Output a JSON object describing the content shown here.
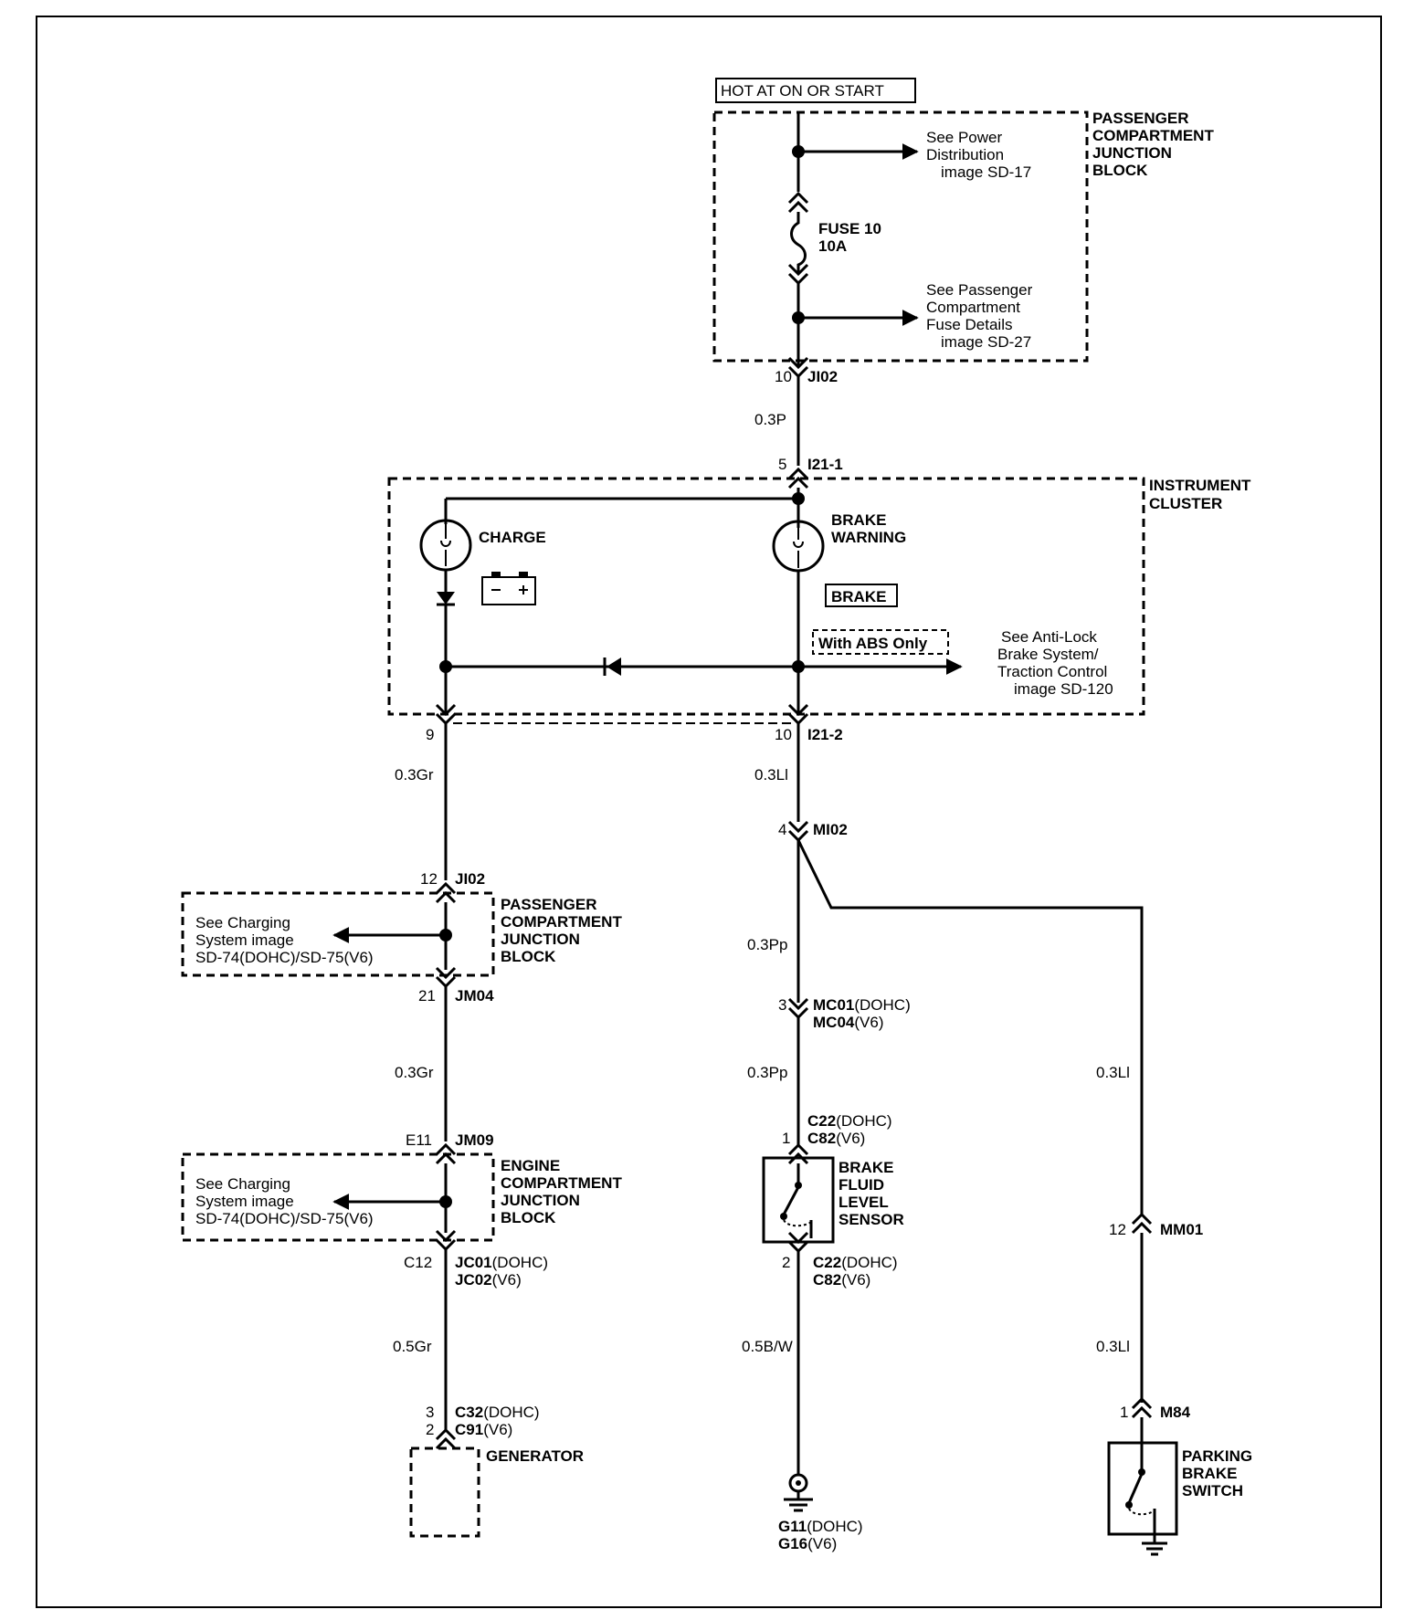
{
  "supply": {
    "label": "HOT AT ON OR START"
  },
  "pcjb_top": {
    "title": [
      "PASSENGER",
      "COMPARTMENT",
      "JUNCTION",
      "BLOCK"
    ],
    "ref_power": [
      "See Power",
      "Distribution",
      "image SD-17"
    ],
    "fuse": [
      "FUSE 10",
      "10A"
    ],
    "ref_fuse": [
      "See Passenger",
      "Compartment",
      "Fuse Details",
      "image SD-27"
    ]
  },
  "conn_ji02_top": {
    "pin": "10",
    "name": "JI02"
  },
  "wire_main_1": "0.3P",
  "conn_i21_1": {
    "pin": "5",
    "name": "I21-1"
  },
  "cluster": {
    "title": [
      "INSTRUMENT",
      "CLUSTER"
    ],
    "charge": "CHARGE",
    "brake_warning": [
      "BRAKE",
      "WARNING"
    ],
    "brake_badge": "BRAKE",
    "abs_only": "With ABS Only",
    "ref_abs": [
      "See Anti-Lock",
      "Brake System/",
      "Traction Control",
      "image SD-120"
    ]
  },
  "conn_i21_2": {
    "pin_left": "9",
    "pin_right": "10",
    "name": "I21-2"
  },
  "left_branch": {
    "wire_1": "0.3Gr",
    "ji02": {
      "pin": "12",
      "name": "JI02"
    },
    "pcjb": {
      "title": [
        "PASSENGER",
        "COMPARTMENT",
        "JUNCTION",
        "BLOCK"
      ],
      "ref": [
        "See Charging",
        "System image",
        "SD-74(DOHC)/SD-75(V6)"
      ]
    },
    "jm04": {
      "pin": "21",
      "name": "JM04"
    },
    "wire_2": "0.3Gr",
    "jm09": {
      "pin": "E11",
      "name": "JM09"
    },
    "ecjb": {
      "title": [
        "ENGINE",
        "COMPARTMENT",
        "JUNCTION",
        "BLOCK"
      ],
      "ref": [
        "See Charging",
        "System image",
        "SD-74(DOHC)/SD-75(V6)"
      ]
    },
    "jc": {
      "pin": "C12",
      "name1": "JC01",
      "suffix1": "(DOHC)",
      "name2": "JC02",
      "suffix2": "(V6)"
    },
    "wire_3": "0.5Gr",
    "c32": {
      "pin1": "3",
      "pin2": "2",
      "name1": "C32",
      "suffix1": "(DOHC)",
      "name2": "C91",
      "suffix2": "(V6)"
    },
    "generator": "GENERATOR"
  },
  "mid_branch": {
    "wire_1": "0.3Ll",
    "mi02": {
      "pin": "4",
      "name": "MI02"
    },
    "wire_2": "0.3Pp",
    "mc": {
      "pin": "3",
      "name1": "MC01",
      "suffix1": "(DOHC)",
      "name2": "MC04",
      "suffix2": "(V6)"
    },
    "wire_3": "0.3Pp",
    "c22_top": {
      "pin": "1",
      "name1": "C22",
      "suffix1": "(DOHC)",
      "name2": "C82",
      "suffix2": "(V6)"
    },
    "sensor": [
      "BRAKE",
      "FLUID",
      "LEVEL",
      "SENSOR"
    ],
    "c22_bot": {
      "pin": "2",
      "name1": "C22",
      "suffix1": "(DOHC)",
      "name2": "C82",
      "suffix2": "(V6)"
    },
    "wire_4": "0.5B/W",
    "ground": {
      "name1": "G11",
      "suffix1": "(DOHC)",
      "name2": "G16",
      "suffix2": "(V6)"
    }
  },
  "right_branch": {
    "wire_1": "0.3Ll",
    "mm01": {
      "pin": "12",
      "name": "MM01"
    },
    "wire_2": "0.3Ll",
    "m84": {
      "pin": "1",
      "name": "M84"
    },
    "switch": [
      "PARKING",
      "BRAKE",
      "SWITCH"
    ]
  }
}
